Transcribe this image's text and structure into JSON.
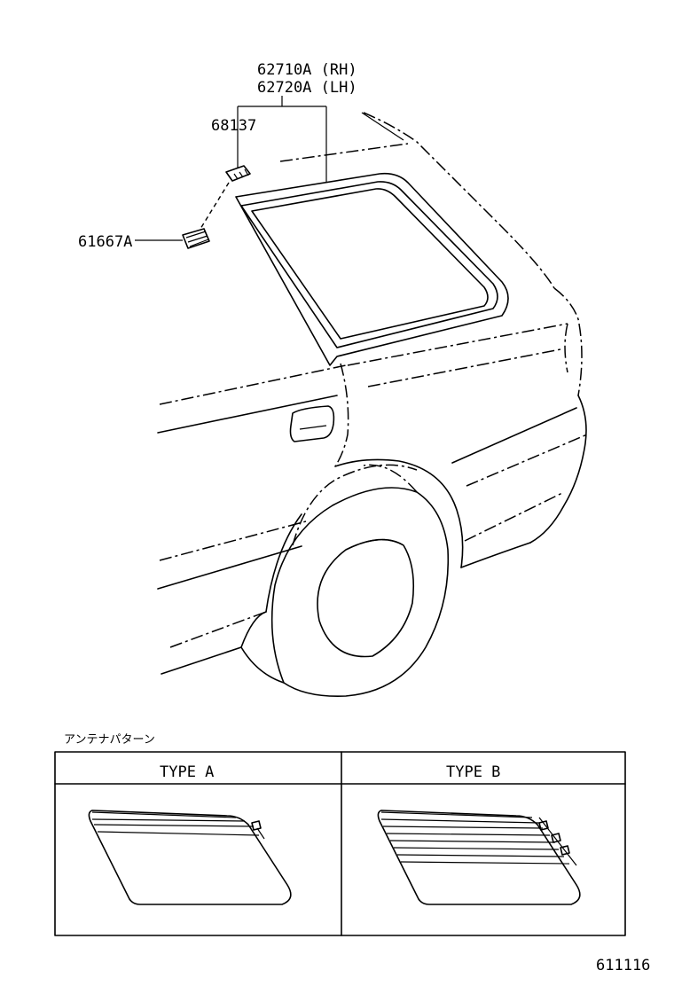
{
  "parts": {
    "p62710": "62710A (RH)",
    "p62720": "62720A (LH)",
    "p68137": "68137",
    "p61667": "61667A"
  },
  "antenna": {
    "caption": "アンテナパターン",
    "type_a": "TYPE A",
    "type_b": "TYPE B"
  },
  "figure_number": "611116"
}
